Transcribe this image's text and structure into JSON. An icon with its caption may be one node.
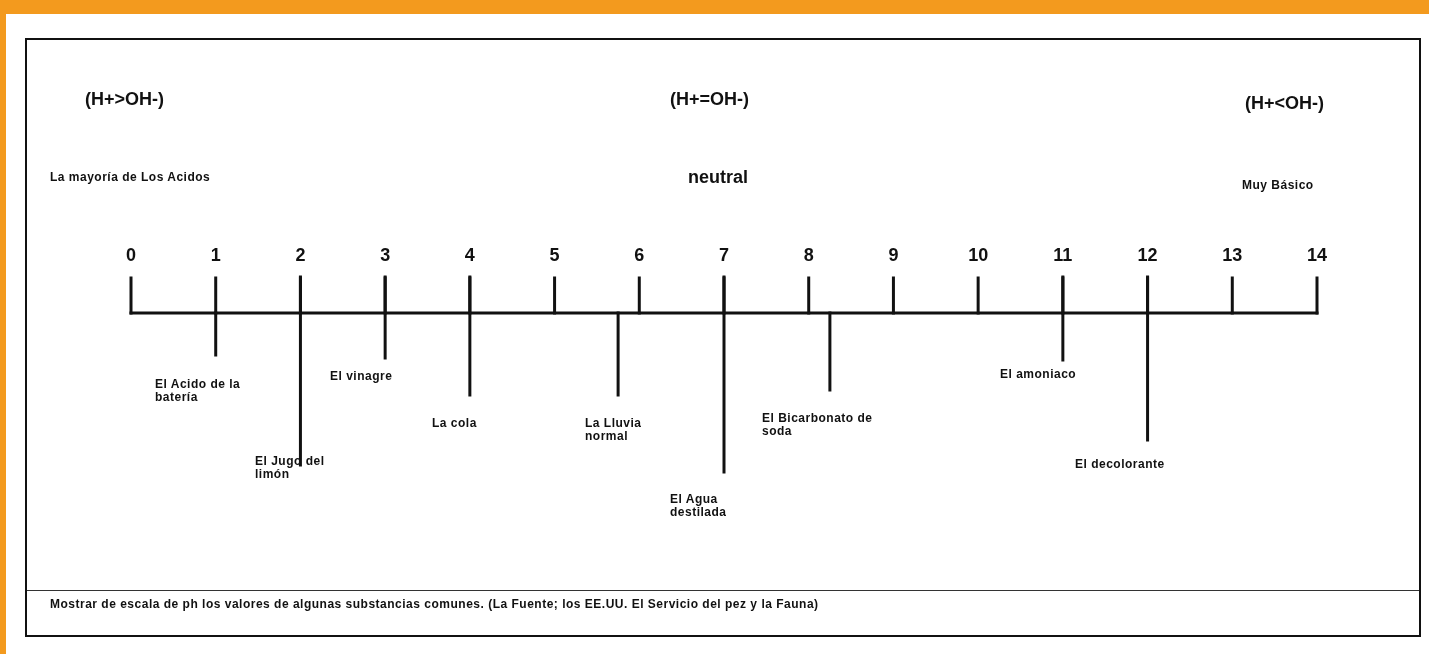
{
  "diagram": {
    "caption": "Mostrar de escala de ph los valores de algunas substancias comunes. (La Fuente; los EE.UU. El Servicio del pez y la Fauna)",
    "labels": [
      "(H+>OH-)",
      "(H+=OH-)",
      "(H+<OH-)",
      "La mayoría de Los Acidos",
      "neutral",
      "Muy Básico",
      "0",
      "1",
      "2",
      "3",
      "4",
      "5",
      "6",
      "7",
      "8",
      "9",
      "10",
      "11",
      "12",
      "13",
      "14",
      "El Acido de la batería",
      "El Jugo del limón",
      "El vinagre",
      "La cola",
      "La Lluvia normal",
      "El Agua destilada",
      "El Bicarbonato de soda",
      "El amoniaco",
      "El decolorante"
    ]
  }
}
